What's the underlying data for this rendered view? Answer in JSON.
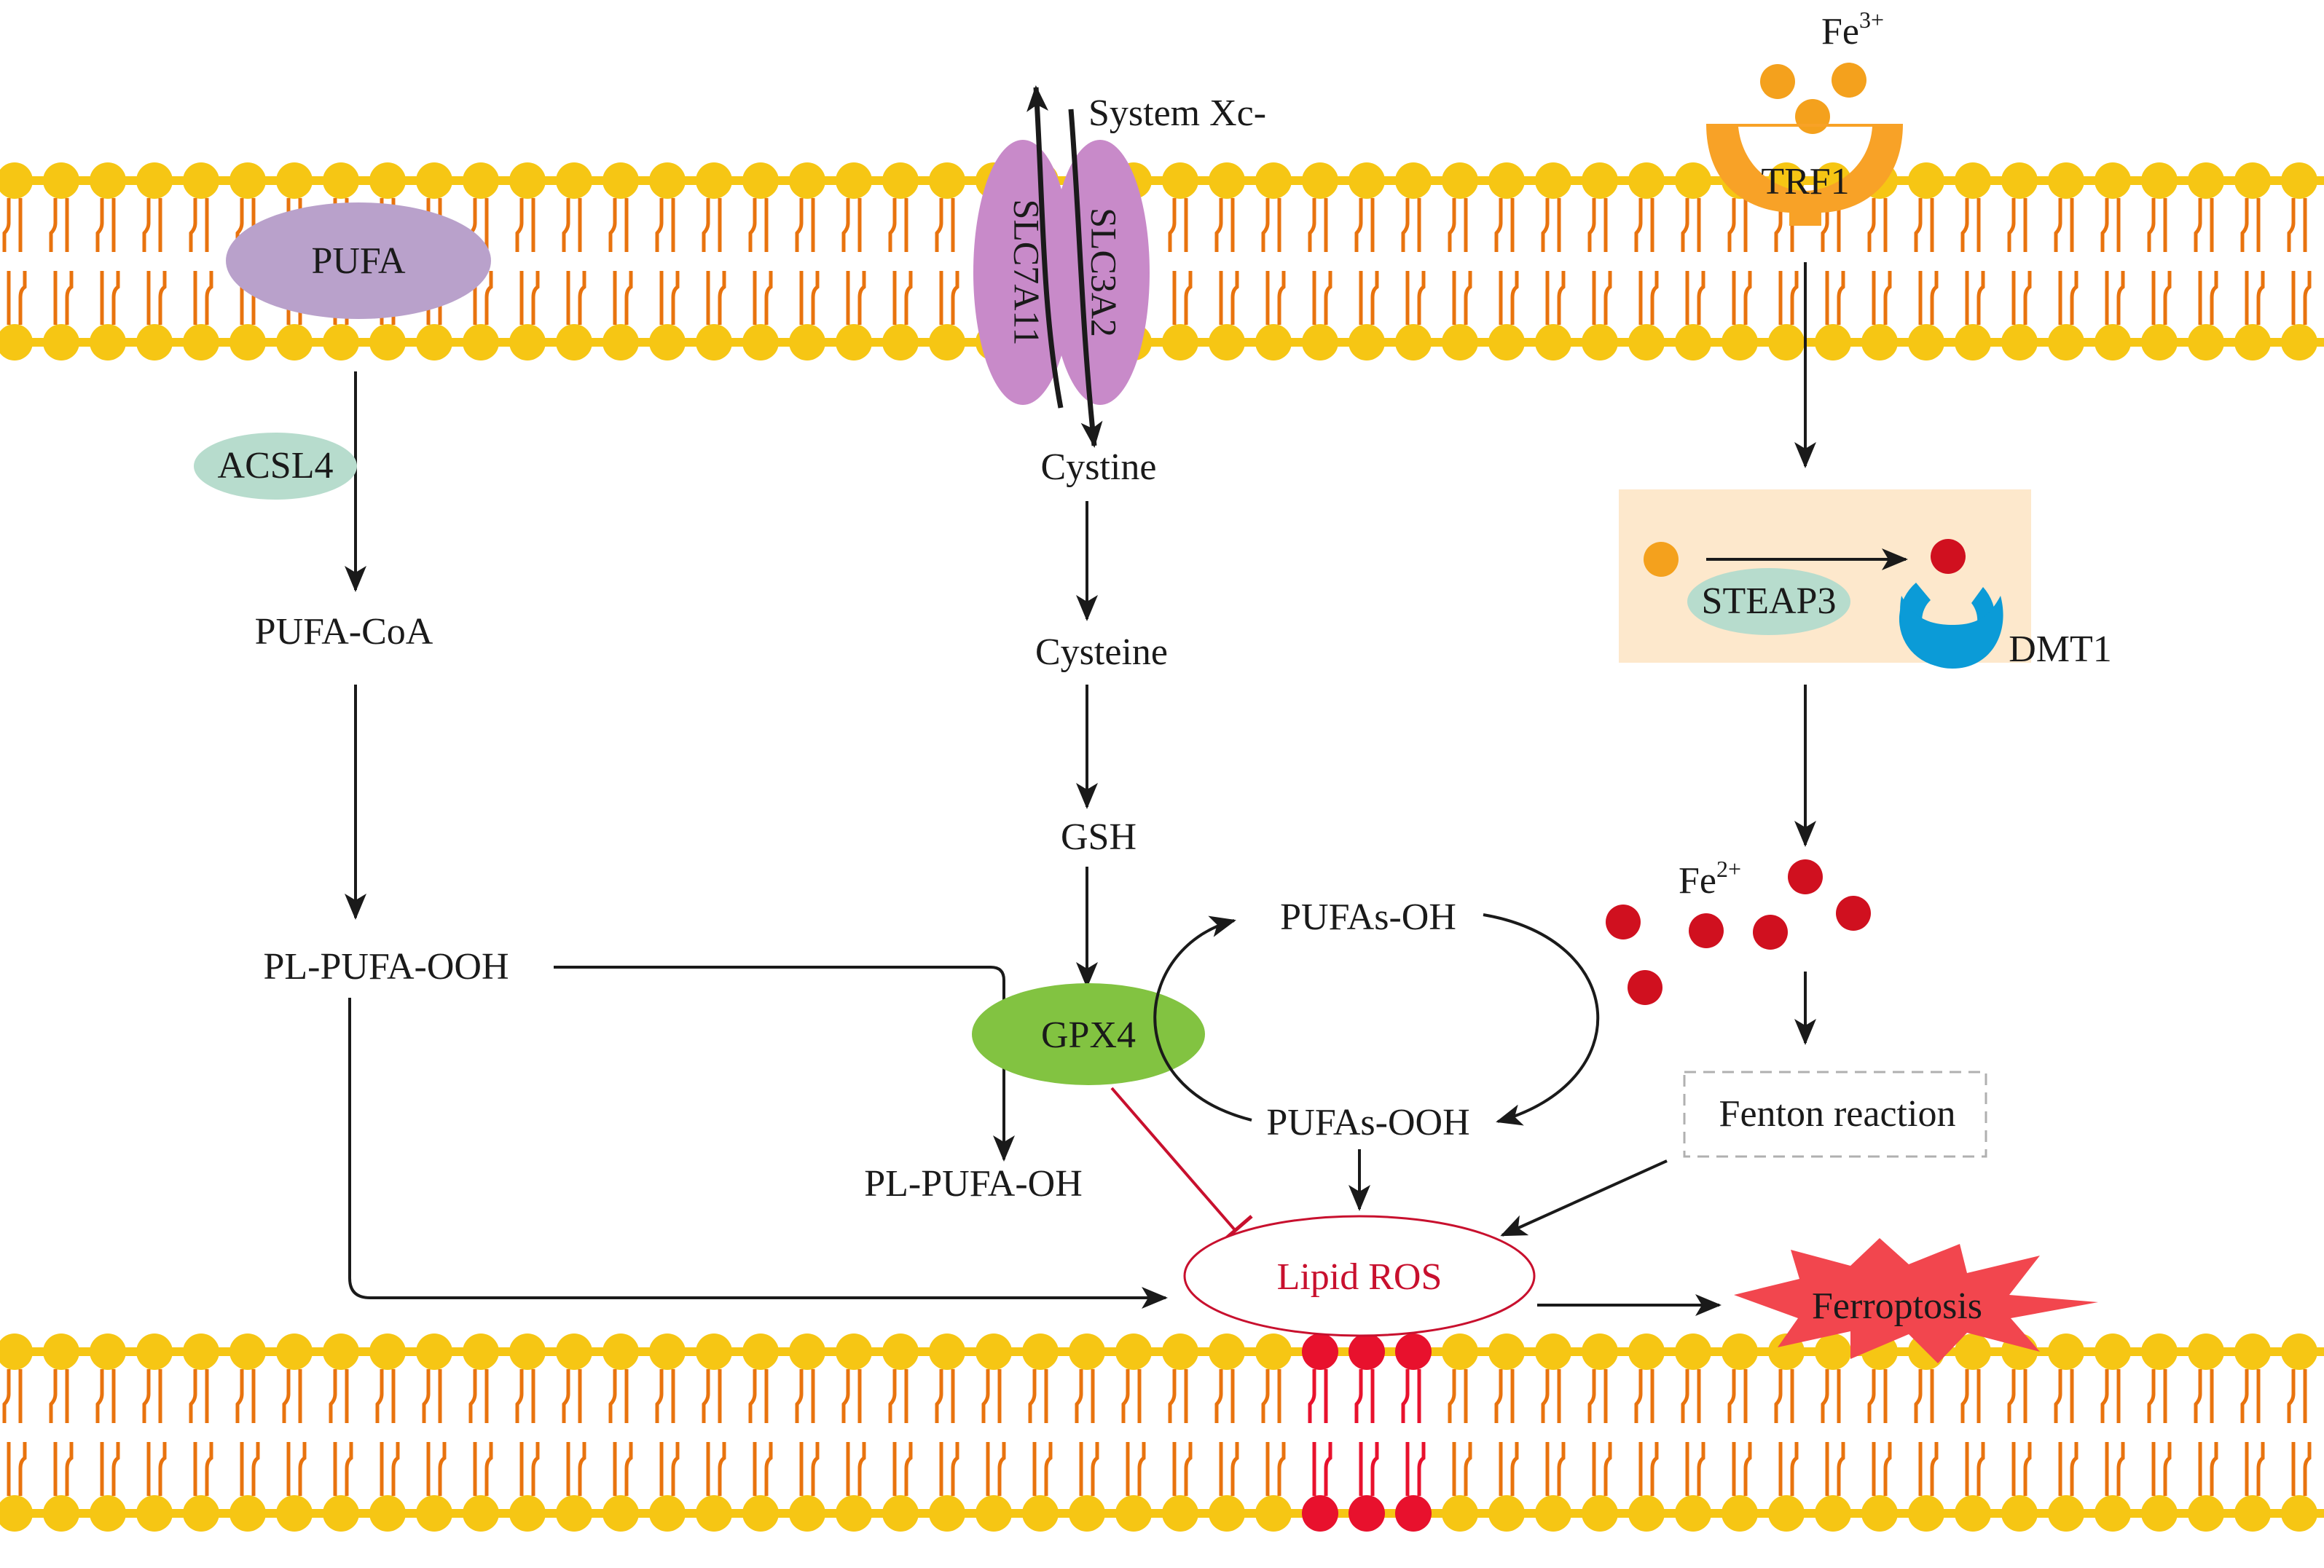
{
  "labels": {
    "pufa": "PUFA",
    "acsl4": "ACSL4",
    "pufa_coa": "PUFA-CoA",
    "pl_pufa_ooh": "PL-PUFA-OOH",
    "pl_pufa_oh": "PL-PUFA-OH",
    "system_xc": "System Xc-",
    "slc7a11": "SLC7A11",
    "slc3a2": "SLC3A2",
    "cystine": "Cystine",
    "cysteine": "Cysteine",
    "gsh": "GSH",
    "gpx4": "GPX4",
    "pufas_oh": "PUFAs-OH",
    "pufas_ooh": "PUFAs-OOH",
    "lipid_ros": "Lipid ROS",
    "ferroptosis": "Ferroptosis",
    "fe3_base": "Fe",
    "fe3_sup": "3+",
    "fe2_base": "Fe",
    "fe2_sup": "2+",
    "trf1": "TRF1",
    "steap3": "STEAP3",
    "dmt1": "DMT1",
    "fenton": "Fenton reaction"
  },
  "colors": {
    "lipid_head": "#f6c614",
    "lipid_tail": "#e8730e",
    "peroxidized_lipid": "#e8112d",
    "pufa_fill": "#b9a1cb",
    "acsl4_fill": "#b7dccd",
    "transporter_fill": "#c88ac9",
    "gpx4_fill": "#82c341",
    "fe3_ion": "#f4a11d",
    "fe2_ion": "#d0101f",
    "steap3_box": "#fde8cc",
    "dmt1_fill": "#0b9bd7",
    "trf1_fill": "#f8a227",
    "ros_text": "#c8102e",
    "inhibition": "#c8102e",
    "arrow": "#1a1a1a"
  }
}
